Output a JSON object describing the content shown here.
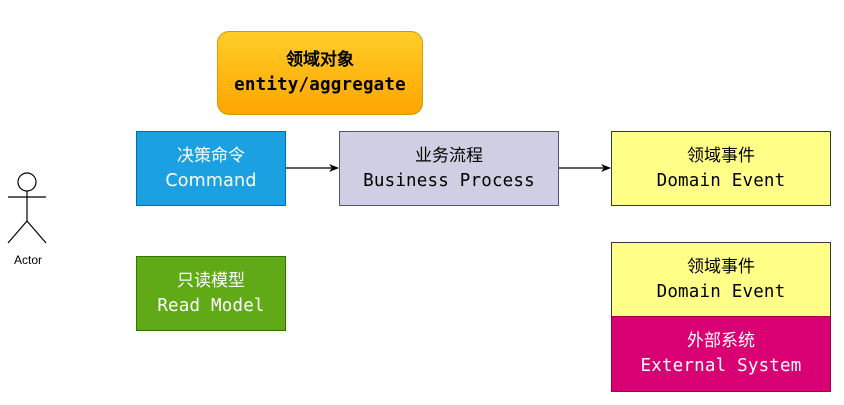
{
  "diagram": {
    "actor": {
      "label": "Actor"
    },
    "nodes": {
      "aggregate": {
        "title_zh": "领域对象",
        "title_en": "entity/aggregate",
        "fill": "#ffa500"
      },
      "command": {
        "title_zh": "决策命令",
        "title_en": "Command",
        "fill": "#1ba1e2"
      },
      "process": {
        "title_zh": "业务流程",
        "title_en": "Business Process",
        "fill": "#d0cee2"
      },
      "event": {
        "title_zh": "领域事件",
        "title_en": "Domain Event",
        "fill": "#ffff88"
      },
      "read_model": {
        "title_zh": "只读模型",
        "title_en": "Read Model",
        "fill": "#60a917"
      },
      "event_legend": {
        "title_zh": "领域事件",
        "title_en": "Domain Event",
        "fill": "#ffff88"
      },
      "external_system": {
        "title_zh": "外部系统",
        "title_en": "External System",
        "fill": "#d80073"
      }
    },
    "edges": [
      {
        "from": "command",
        "to": "process"
      },
      {
        "from": "process",
        "to": "event"
      }
    ]
  }
}
